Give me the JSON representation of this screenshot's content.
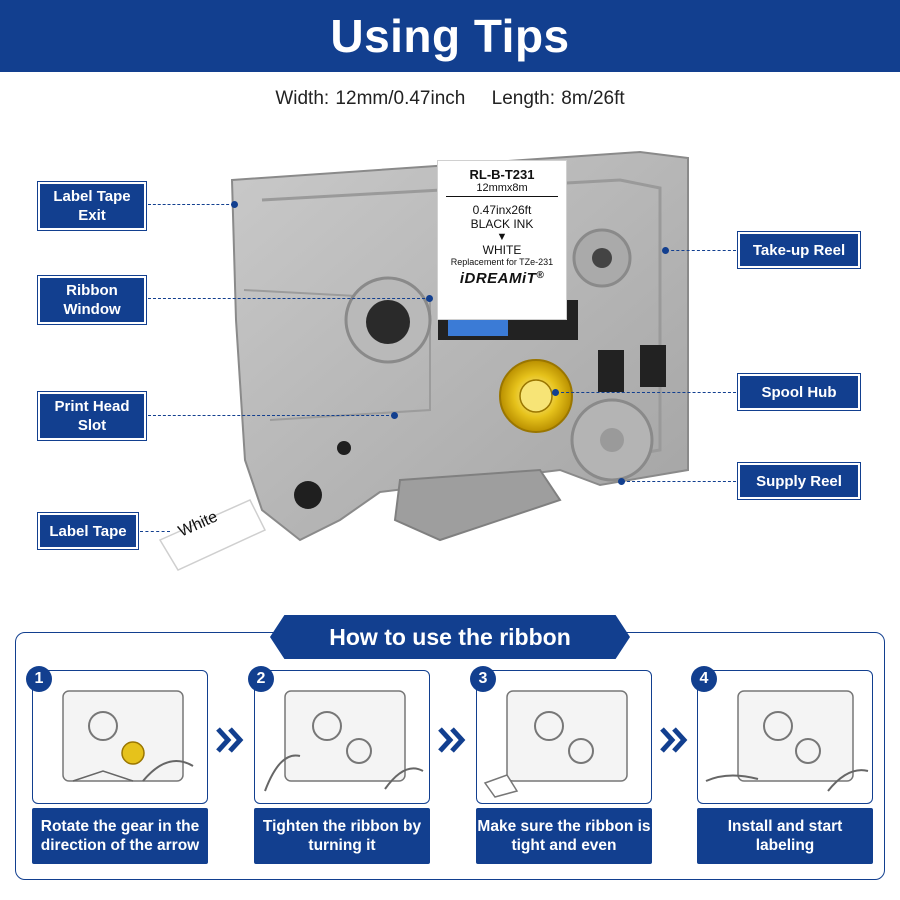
{
  "header": {
    "title": "Using Tips"
  },
  "specs": {
    "width": "Width: 12mm/0.47inch",
    "length": "Length: 8m/26ft"
  },
  "cartridge_label": {
    "model": "RL-B-T231",
    "size": "12mmx8m",
    "size_imperial": "0.47inx26ft",
    "ink": "BLACK INK",
    "arrow": "▼",
    "tape": "WHITE",
    "replacement": "Replacement for TZe-231",
    "brand": "iDREAMiT",
    "brand_mark": "®"
  },
  "tape_text": "White",
  "callouts": {
    "label_tape_exit": "Label Tape Exit",
    "ribbon_window": "Ribbon Window",
    "print_head_slot": "Print Head Slot",
    "label_tape": "Label Tape",
    "take_up_reel": "Take-up Reel",
    "spool_hub": "Spool Hub",
    "supply_reel": "Supply Reel"
  },
  "howto": {
    "title": "How to use the ribbon",
    "steps": [
      {
        "num": "1",
        "caption": "Rotate the gear in the direction of the arrow"
      },
      {
        "num": "2",
        "caption": "Tighten the ribbon by turning it"
      },
      {
        "num": "3",
        "caption": "Make sure the ribbon is tight and even"
      },
      {
        "num": "4",
        "caption": "Install and start labeling"
      }
    ]
  },
  "colors": {
    "brand_blue": "#123f8f",
    "cartridge_gray": "#b3b3b3",
    "gear_yellow": "#e9c21a"
  },
  "icons": [
    "chevron-right-double-icon"
  ]
}
